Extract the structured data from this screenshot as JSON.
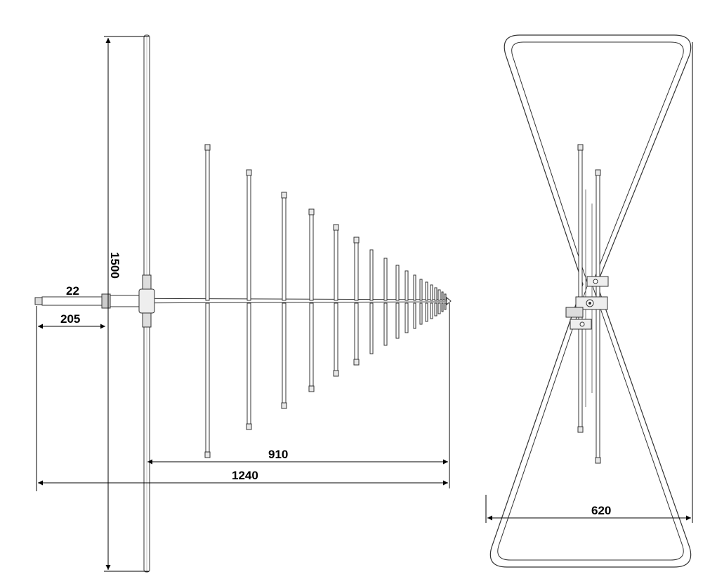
{
  "figure": {
    "side_view": {
      "dimensions": {
        "height": "1500",
        "connector_diameter": "22",
        "connector_length": "205",
        "logperiodic_length": "910",
        "total_length": "1240"
      }
    },
    "front_view": {
      "dimensions": {
        "width": "620"
      }
    }
  }
}
